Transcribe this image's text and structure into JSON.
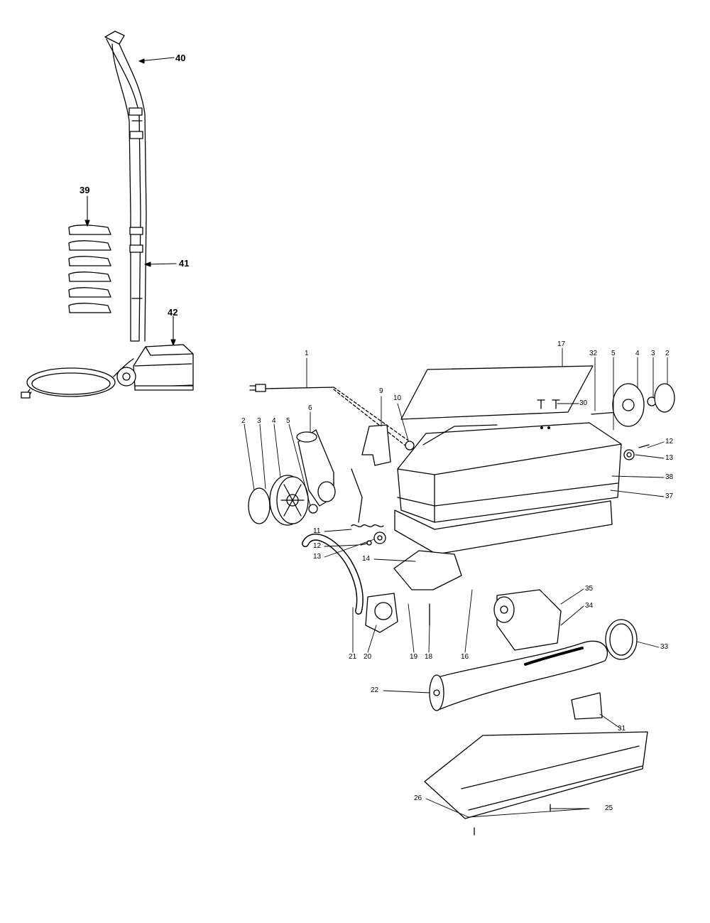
{
  "callouts": {
    "c40": "40",
    "c39": "39",
    "c41": "41",
    "c42": "42",
    "c1": "1",
    "c17": "17",
    "c32": "32",
    "c5r": "5",
    "c4r": "4",
    "c3r": "3",
    "c2r": "2",
    "c9": "9",
    "c10": "10",
    "c30": "30",
    "c12r": "12",
    "c13r": "13",
    "c38": "38",
    "c37": "37",
    "c6": "6",
    "c2l": "2",
    "c3l": "3",
    "c4l": "4",
    "c5l": "5",
    "c11": "11",
    "c12l": "12",
    "c13l": "13",
    "c14": "14",
    "c35": "35",
    "c34": "34",
    "c21": "21",
    "c20": "20",
    "c19": "19",
    "c18": "18",
    "c16": "16",
    "c33": "33",
    "c22": "22",
    "c31": "31",
    "c26": "26",
    "c25": "25"
  }
}
